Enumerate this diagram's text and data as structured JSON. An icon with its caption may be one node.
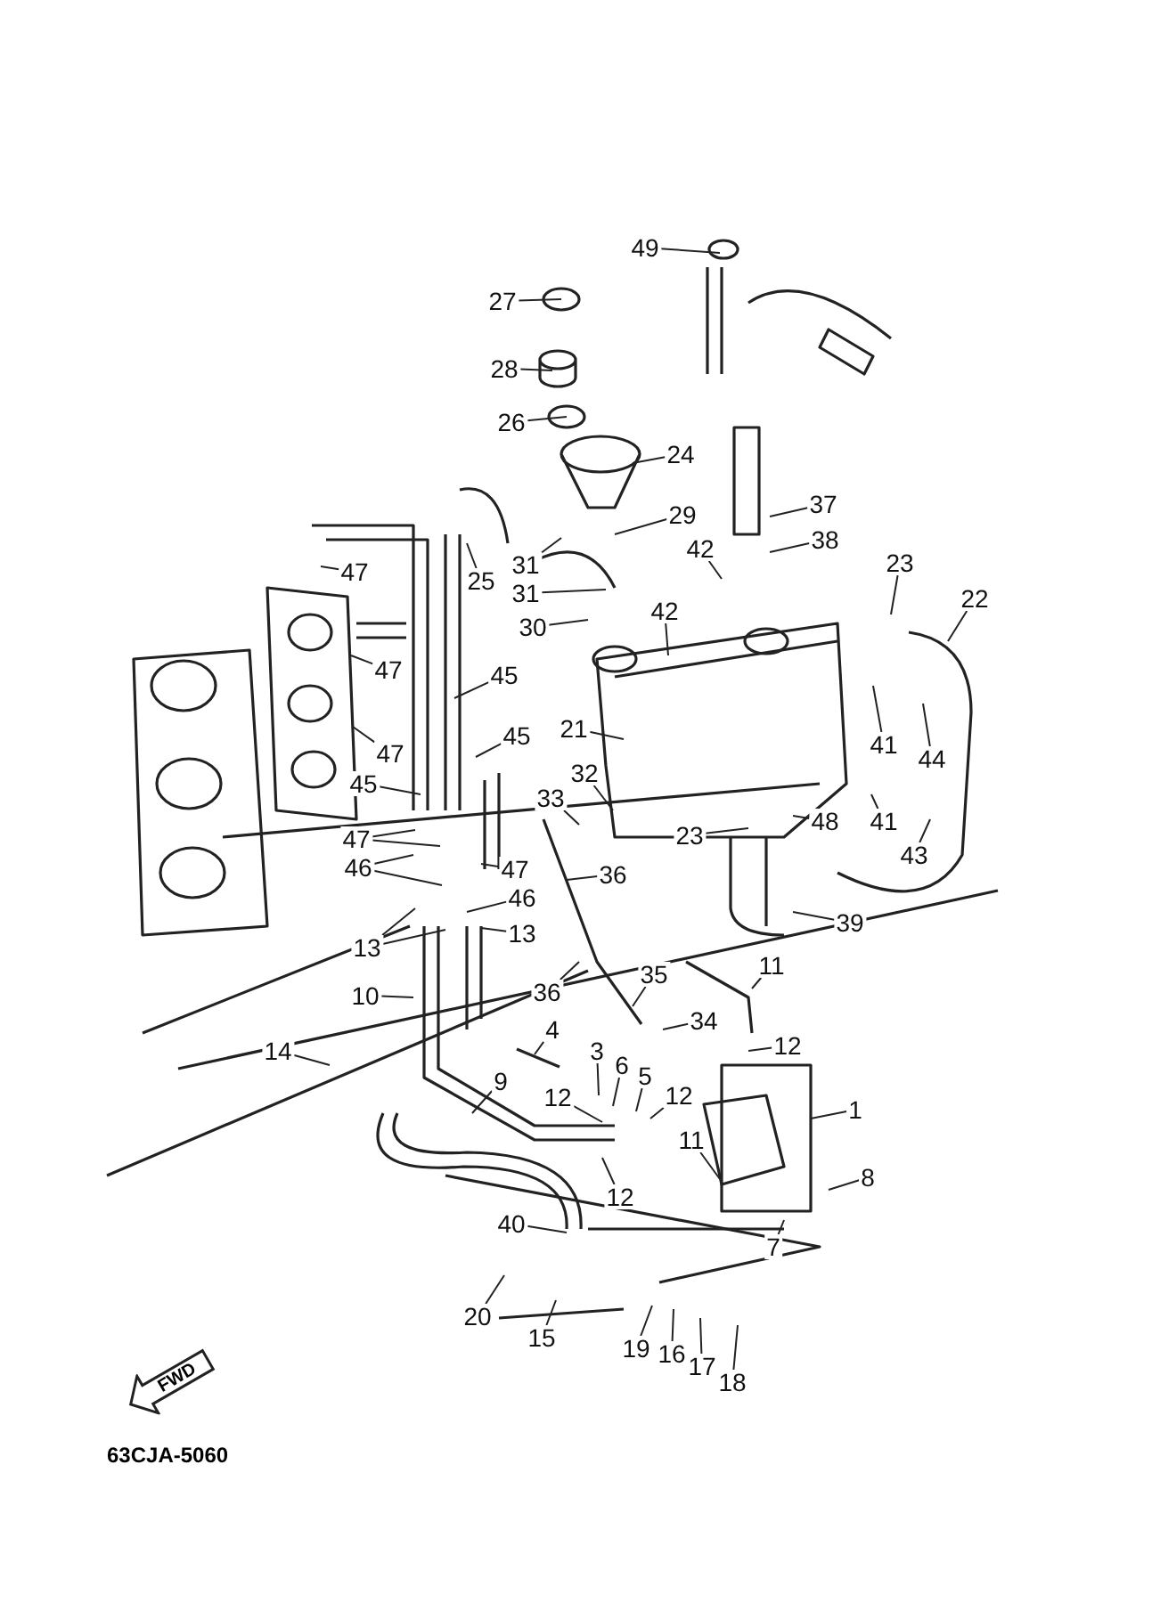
{
  "diagram": {
    "nodes": [
      {
        "text": [
          "49"
        ]
      },
      {
        "text": [
          "27"
        ]
      },
      {
        "text": [
          "28"
        ]
      },
      {
        "text": [
          "26"
        ]
      },
      {
        "text": [
          "24"
        ]
      },
      {
        "text": [
          "37"
        ]
      },
      {
        "text": [
          "29"
        ]
      },
      {
        "text": [
          "31"
        ]
      },
      {
        "text": [
          "38"
        ]
      },
      {
        "text": [
          "42"
        ]
      },
      {
        "text": [
          "23"
        ]
      },
      {
        "text": [
          "22"
        ]
      },
      {
        "text": [
          "47"
        ]
      },
      {
        "text": [
          "25"
        ]
      },
      {
        "text": [
          "31"
        ]
      },
      {
        "text": [
          "30"
        ]
      },
      {
        "text": [
          "42"
        ]
      },
      {
        "text": [
          "45"
        ]
      },
      {
        "text": [
          "47"
        ]
      },
      {
        "text": [
          "45"
        ]
      },
      {
        "text": [
          "21"
        ]
      },
      {
        "text": [
          "41"
        ]
      },
      {
        "text": [
          "44"
        ]
      },
      {
        "text": [
          "47"
        ]
      },
      {
        "text": [
          "45"
        ]
      },
      {
        "text": [
          "32"
        ]
      },
      {
        "text": [
          "33"
        ]
      },
      {
        "text": [
          "48"
        ]
      },
      {
        "text": [
          "41"
        ]
      },
      {
        "text": [
          "43"
        ]
      },
      {
        "text": [
          "23"
        ]
      },
      {
        "text": [
          "47"
        ]
      },
      {
        "text": [
          "47"
        ]
      },
      {
        "text": [
          "36"
        ]
      },
      {
        "text": [
          "46"
        ]
      },
      {
        "text": [
          "46"
        ]
      },
      {
        "text": [
          "13"
        ]
      },
      {
        "text": [
          "13"
        ]
      },
      {
        "text": [
          "39"
        ]
      },
      {
        "text": [
          "10"
        ]
      },
      {
        "text": [
          "36"
        ]
      },
      {
        "text": [
          "35"
        ]
      },
      {
        "text": [
          "11"
        ]
      },
      {
        "text": [
          "34"
        ]
      },
      {
        "text": [
          "14"
        ]
      },
      {
        "text": [
          "4"
        ]
      },
      {
        "text": [
          "12"
        ]
      },
      {
        "text": [
          "3"
        ]
      },
      {
        "text": [
          "6"
        ]
      },
      {
        "text": [
          "5"
        ]
      },
      {
        "text": [
          "9"
        ]
      },
      {
        "text": [
          "12"
        ]
      },
      {
        "text": [
          "12"
        ]
      },
      {
        "text": [
          "1"
        ]
      },
      {
        "text": [
          "11"
        ]
      },
      {
        "text": [
          "8"
        ]
      },
      {
        "text": [
          "12"
        ]
      },
      {
        "text": [
          "40"
        ]
      },
      {
        "text": [
          "7"
        ]
      },
      {
        "text": [
          "20"
        ]
      },
      {
        "text": [
          "15"
        ]
      },
      {
        "text": [
          "19"
        ]
      },
      {
        "text": [
          "16"
        ]
      },
      {
        "text": [
          "17"
        ]
      },
      {
        "text": [
          "18"
        ]
      },
      {
        "text": [
          "FWD"
        ]
      }
    ],
    "edges": [
      {
        "from": 0,
        "to": null,
        "arrow": "none"
      },
      {
        "from": 1,
        "to": null,
        "arrow": "none"
      },
      {
        "from": 2,
        "to": null,
        "arrow": "none"
      },
      {
        "from": 3,
        "to": null,
        "arrow": "none"
      },
      {
        "from": 4,
        "to": null,
        "arrow": "none"
      },
      {
        "from": 5,
        "to": null,
        "arrow": "none"
      },
      {
        "from": 6,
        "to": null,
        "arrow": "none"
      },
      {
        "from": 7,
        "to": null,
        "arrow": "none"
      },
      {
        "from": 8,
        "to": null,
        "arrow": "none"
      },
      {
        "from": 9,
        "to": null,
        "arrow": "none"
      },
      {
        "from": 10,
        "to": null,
        "arrow": "none"
      },
      {
        "from": 11,
        "to": null,
        "arrow": "none"
      },
      {
        "from": 12,
        "to": null,
        "arrow": "none"
      },
      {
        "from": 13,
        "to": null,
        "arrow": "none"
      },
      {
        "from": 14,
        "to": null,
        "arrow": "none"
      },
      {
        "from": 15,
        "to": null,
        "arrow": "none"
      },
      {
        "from": 16,
        "to": null,
        "arrow": "none"
      },
      {
        "from": 17,
        "to": null,
        "arrow": "none"
      },
      {
        "from": 18,
        "to": null,
        "arrow": "none"
      },
      {
        "from": 19,
        "to": null,
        "arrow": "none"
      },
      {
        "from": 20,
        "to": null,
        "arrow": "none"
      },
      {
        "from": 21,
        "to": null,
        "arrow": "none"
      },
      {
        "from": 22,
        "to": null,
        "arrow": "none"
      },
      {
        "from": 23,
        "to": null,
        "arrow": "none"
      },
      {
        "from": 24,
        "to": null,
        "arrow": "none"
      },
      {
        "from": 25,
        "to": null,
        "arrow": "none"
      },
      {
        "from": 26,
        "to": null,
        "arrow": "none"
      },
      {
        "from": 27,
        "to": null,
        "arrow": "none"
      },
      {
        "from": 28,
        "to": null,
        "arrow": "none"
      },
      {
        "from": 29,
        "to": null,
        "arrow": "none"
      },
      {
        "from": 30,
        "to": null,
        "arrow": "none"
      },
      {
        "from": 31,
        "to": null,
        "arrow": "none"
      },
      {
        "from": 31,
        "to": null,
        "arrow": "none"
      },
      {
        "from": 32,
        "to": null,
        "arrow": "none"
      },
      {
        "from": 33,
        "to": null,
        "arrow": "none"
      },
      {
        "from": 34,
        "to": null,
        "arrow": "none"
      },
      {
        "from": 34,
        "to": null,
        "arrow": "none"
      },
      {
        "from": 35,
        "to": null,
        "arrow": "none"
      },
      {
        "from": 36,
        "to": null,
        "arrow": "none"
      },
      {
        "from": 36,
        "to": null,
        "arrow": "none"
      },
      {
        "from": 37,
        "to": null,
        "arrow": "none"
      },
      {
        "from": 38,
        "to": null,
        "arrow": "none"
      },
      {
        "from": 39,
        "to": null,
        "arrow": "none"
      },
      {
        "from": 40,
        "to": null,
        "arrow": "none"
      },
      {
        "from": 41,
        "to": null,
        "arrow": "none"
      },
      {
        "from": 42,
        "to": null,
        "arrow": "none"
      },
      {
        "from": 43,
        "to": null,
        "arrow": "none"
      },
      {
        "from": 44,
        "to": null,
        "arrow": "none"
      },
      {
        "from": 45,
        "to": null,
        "arrow": "none"
      },
      {
        "from": 46,
        "to": null,
        "arrow": "none"
      },
      {
        "from": 47,
        "to": null,
        "arrow": "none"
      },
      {
        "from": 48,
        "to": null,
        "arrow": "none"
      },
      {
        "from": 49,
        "to": null,
        "arrow": "none"
      },
      {
        "from": 50,
        "to": null,
        "arrow": "none"
      },
      {
        "from": 51,
        "to": null,
        "arrow": "none"
      },
      {
        "from": 52,
        "to": null,
        "arrow": "none"
      },
      {
        "from": 53,
        "to": null,
        "arrow": "none"
      },
      {
        "from": 54,
        "to": null,
        "arrow": "none"
      },
      {
        "from": 55,
        "to": null,
        "arrow": "none"
      },
      {
        "from": 56,
        "to": null,
        "arrow": "none"
      },
      {
        "from": 57,
        "to": null,
        "arrow": "none"
      },
      {
        "from": 58,
        "to": null,
        "arrow": "none"
      },
      {
        "from": 59,
        "to": null,
        "arrow": "none"
      },
      {
        "from": 60,
        "to": null,
        "arrow": "none"
      },
      {
        "from": 61,
        "to": null,
        "arrow": "none"
      },
      {
        "from": 62,
        "to": null,
        "arrow": "none"
      },
      {
        "from": 63,
        "to": null,
        "arrow": "none"
      },
      {
        "from": 64,
        "to": null,
        "arrow": "none"
      }
    ],
    "labels": [
      "63CJA-5060"
    ]
  }
}
